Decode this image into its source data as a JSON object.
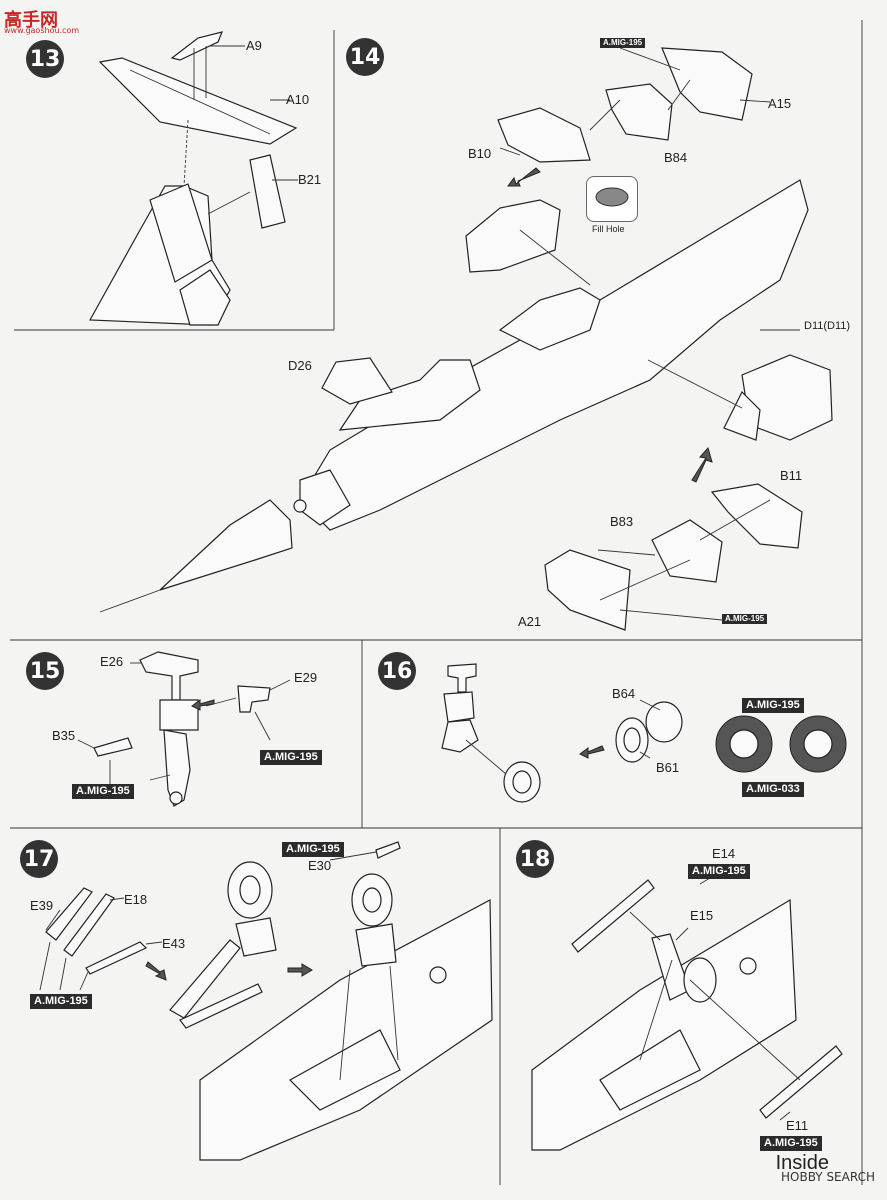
{
  "logo": {
    "main": "高手网",
    "sub": "www.gaoshou.com"
  },
  "watermark": "HOBBY SEARCH",
  "inside_label": "Inside",
  "steps": {
    "s13": {
      "num": "13",
      "parts": {
        "a9": "A9",
        "a10": "A10",
        "b21": "B21"
      }
    },
    "s14": {
      "num": "14",
      "parts": {
        "b10": "B10",
        "b84": "B84",
        "a15": "A15",
        "d26": "D26",
        "d11": "D11(D11)",
        "b11": "B11",
        "b83": "B83",
        "a21": "A21"
      },
      "paint": {
        "top": "A.MIG-195",
        "bottom": "A.MIG-195"
      },
      "fill_hole": "Fill Hole"
    },
    "s15": {
      "num": "15",
      "parts": {
        "e26": "E26",
        "e29": "E29",
        "b35": "B35"
      },
      "paint": {
        "left": "A.MIG-195",
        "right": "A.MIG-195"
      }
    },
    "s16": {
      "num": "16",
      "parts": {
        "b64": "B64",
        "b61": "B61"
      },
      "paint": {
        "top": "A.MIG-195",
        "bottom": "A.MIG-033"
      }
    },
    "s17": {
      "num": "17",
      "parts": {
        "e39": "E39",
        "e18": "E18",
        "e43": "E43",
        "e30": "E30"
      },
      "paint": {
        "left": "A.MIG-195",
        "top": "A.MIG-195"
      }
    },
    "s18": {
      "num": "18",
      "parts": {
        "e14": "E14",
        "e15": "E15",
        "e11": "E11"
      },
      "paint": {
        "top": "A.MIG-195",
        "bottom": "A.MIG-195"
      }
    }
  }
}
